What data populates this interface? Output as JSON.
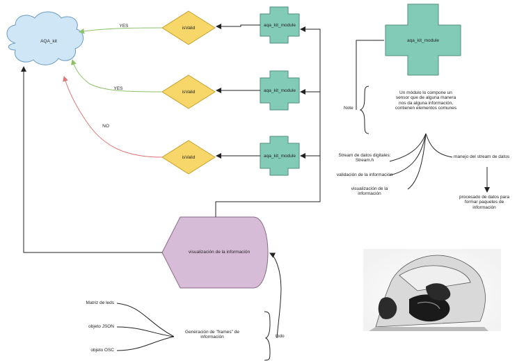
{
  "cloud": {
    "label": "AQA_kit",
    "fill": "#cfe6f7",
    "stroke": "#6a9bc3"
  },
  "modules": [
    {
      "label": "aqa_kit_module"
    },
    {
      "label": "aqa_kit_module"
    },
    {
      "label": "aqa_kit_module"
    },
    {
      "label": "aqa_kit_module"
    }
  ],
  "module_color": {
    "fill": "#82cbb7",
    "stroke": "#4c8f7d"
  },
  "decisions": [
    {
      "label": "isValid",
      "edge_label": "YES",
      "edge_color": "#8cc26a"
    },
    {
      "label": "isValid",
      "edge_label": "YES",
      "edge_color": "#8cc26a"
    },
    {
      "label": "isValid",
      "edge_label": "NO",
      "edge_color": "#e07878"
    }
  ],
  "decision_color": {
    "fill": "#f7d76a",
    "stroke": "#c79f2c"
  },
  "display": {
    "label": "visualización de la información",
    "fill": "#d6bcd6",
    "stroke": "#8a6a8a"
  },
  "note": {
    "label": "Note",
    "text": "Un módulo lo compone un sensor que de alguna manera nos da alguna información, contienen elementos comunes"
  },
  "module_items": [
    "Stream de datos digitales: Stream.h",
    "validación de la información",
    "visualización de la información",
    "manejo del stream de datos"
  ],
  "processing": "procesado de datos para formar paquetes de información",
  "frames": {
    "inputs": [
      "Matriz de leds",
      "objeto JSON",
      "objeto OSC"
    ],
    "label": "Generación de \"frames\" de información",
    "brace_label": "todo"
  }
}
